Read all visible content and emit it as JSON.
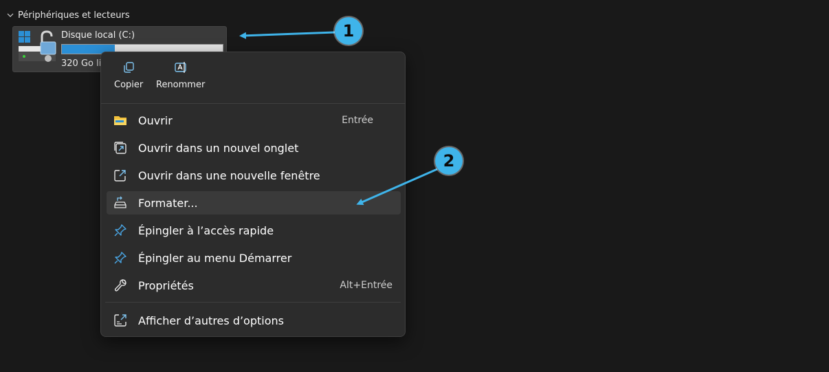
{
  "section": {
    "title": "Périphériques et lecteurs"
  },
  "drive": {
    "name": "Disque local (C:)",
    "space_text": "320 Go li",
    "used_fraction": 0.33,
    "bar_color": "#2b8fd6"
  },
  "menu": {
    "quick_actions": [
      {
        "label": "Copier",
        "icon": "copy-icon"
      },
      {
        "label": "Renommer",
        "icon": "rename-icon"
      }
    ],
    "items": [
      {
        "label": "Ouvrir",
        "shortcut": "Entrée",
        "icon": "folder-icon"
      },
      {
        "label": "Ouvrir dans un nouvel onglet",
        "icon": "new-tab-icon"
      },
      {
        "label": "Ouvrir dans une nouvelle fenêtre",
        "icon": "open-external-icon"
      },
      {
        "label": "Formater...",
        "icon": "format-drive-icon",
        "highlighted": true
      },
      {
        "label": "Épingler à l’accès rapide",
        "icon": "pin-icon"
      },
      {
        "label": "Épingler au menu Démarrer",
        "icon": "pin-icon"
      },
      {
        "label": "Propriétés",
        "shortcut": "Alt+Entrée",
        "icon": "wrench-icon"
      },
      {
        "label": "Afficher d’autres d’options",
        "icon": "more-options-icon"
      }
    ]
  },
  "annotations": [
    {
      "number": "1"
    },
    {
      "number": "2"
    }
  ],
  "colors": {
    "background": "#191919",
    "menu_background": "#2c2c2c",
    "accent": "#3fb4ea",
    "folder": "#f3c13a",
    "pin": "#4aa8e8"
  }
}
